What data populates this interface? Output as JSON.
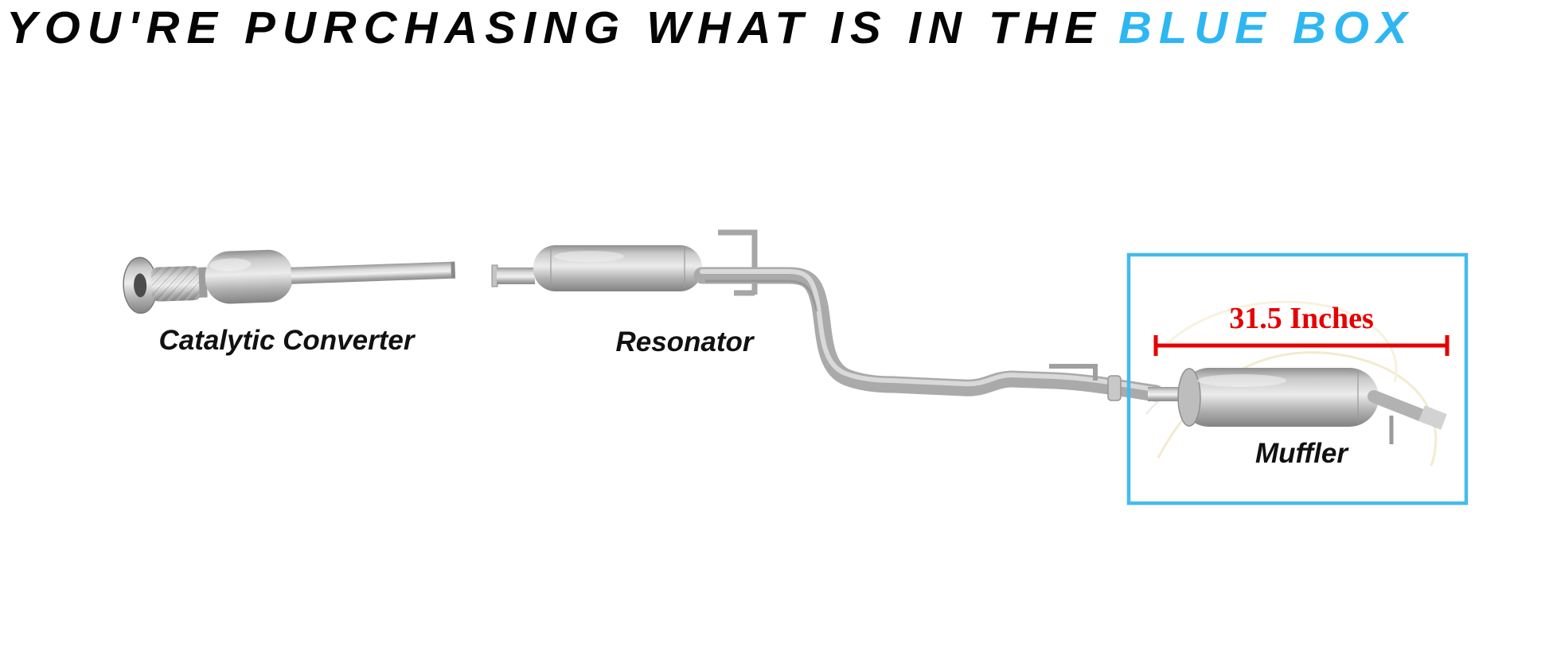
{
  "header": {
    "title_black": "YOU'RE PURCHASING WHAT IS IN THE",
    "title_blue": "BLUE BOX"
  },
  "labels": {
    "catalytic_converter": "Catalytic Converter",
    "resonator": "Resonator",
    "muffler": "Muffler"
  },
  "measurement": {
    "text": "31.5 Inches"
  },
  "colors": {
    "accent_blue": "#2eb6f2",
    "box_border_blue": "#45bbee",
    "measure_red": "#e60000",
    "metal_gray": "#b5b5b5"
  }
}
